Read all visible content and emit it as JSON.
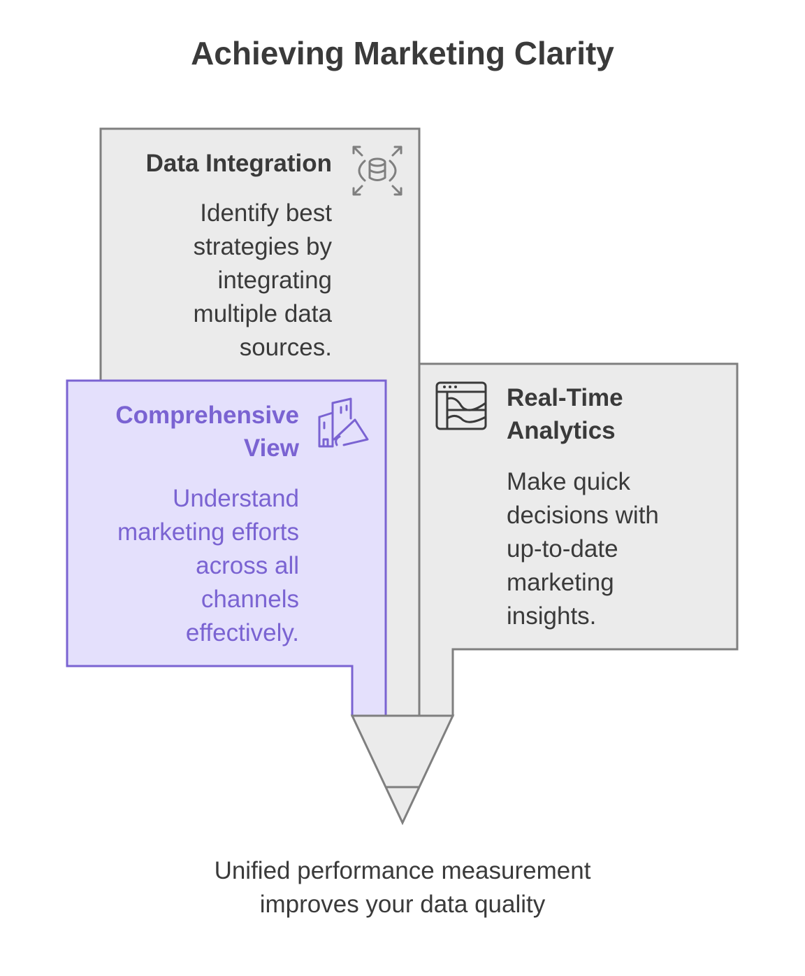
{
  "title": "Achieving Marketing Clarity",
  "cards": {
    "data_integration": {
      "heading": "Data Integration",
      "body": "Identify best\nstrategies by\nintegrating\nmultiple data\nsources.",
      "icon": "database-sync-icon"
    },
    "comprehensive_view": {
      "heading": "Comprehensive\nView",
      "body": "Understand\nmarketing efforts\nacross all\nchannels\neffectively.",
      "icon": "marketing-megaphone-icon"
    },
    "real_time_analytics": {
      "heading": "Real-Time\nAnalytics",
      "body": "Make quick\ndecisions with\nup-to-date\nmarketing\ninsights.",
      "icon": "analytics-window-icon"
    }
  },
  "conclusion": "Unified performance measurement\nimproves your data quality",
  "colors": {
    "gray_fill": "#ebebeb",
    "gray_stroke": "#7f7f7f",
    "purple_fill": "#e4e0fc",
    "purple_stroke": "#7a63d2",
    "text_dark": "#3a3a3a",
    "text_purple": "#7a63d2"
  }
}
